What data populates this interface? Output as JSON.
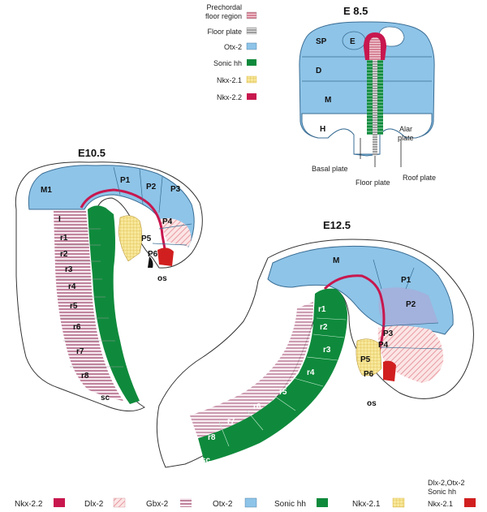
{
  "stages": {
    "e85": "E 8.5",
    "e105": "E10.5",
    "e125": "E12.5"
  },
  "top_legend": [
    {
      "label_lines": [
        "Prechordal",
        "floor region"
      ],
      "swatch": "prechordal"
    },
    {
      "label_lines": [
        "Floor plate"
      ],
      "swatch": "floorplate"
    },
    {
      "label_lines": [
        "Otx-2"
      ],
      "swatch": "otx2"
    },
    {
      "label_lines": [
        "Sonic hh"
      ],
      "swatch": "sonic"
    },
    {
      "label_lines": [
        "Nkx-2.1"
      ],
      "swatch": "nkx21"
    },
    {
      "label_lines": [
        "Nkx-2.2"
      ],
      "swatch": "nkx22"
    }
  ],
  "e85_labels": {
    "sp": "SP",
    "e": "E",
    "d": "D",
    "m": "M",
    "h": "H",
    "alar_plate_line1": "Alar",
    "alar_plate_line2": "plate",
    "basal_plate": "Basal plate",
    "floor_plate": "Floor plate",
    "roof_plate": "Roof plate"
  },
  "e105_labels": {
    "m1": "M1",
    "p1": "P1",
    "p2": "P2",
    "p3": "P3",
    "p4": "P4",
    "p5": "P5",
    "p6": "P6",
    "i": "I",
    "r1": "r1",
    "r2": "r2",
    "r3": "r3",
    "r4": "r4",
    "r5": "r5",
    "r6": "r6",
    "r7": "r7",
    "r8": "r8",
    "sc": "sc",
    "os": "os"
  },
  "e125_labels": {
    "m": "M",
    "p1": "P1",
    "p2": "P2",
    "p3": "P3",
    "p4": "P4",
    "p5": "P5",
    "p6": "P6",
    "r1": "r1",
    "r2": "r2",
    "r3": "r3",
    "r4": "r4",
    "r5": "r5",
    "r6": "r6",
    "r7": "r7",
    "r8": "r8",
    "sc": "sc",
    "os": "os"
  },
  "bottom_legend": [
    {
      "label": "Nkx-2.2",
      "swatch": "nkx22"
    },
    {
      "label": "Dlx-2",
      "swatch": "dlx2"
    },
    {
      "label": "Gbx-2",
      "swatch": "gbx2"
    },
    {
      "label": "Otx-2",
      "swatch": "otx2"
    },
    {
      "label": "Sonic hh",
      "swatch": "sonic"
    },
    {
      "label": "Nkx-2.1",
      "swatch": "nkx21"
    },
    {
      "label_lines": [
        "Dlx-2,Otx-2",
        "Sonic hh",
        "Nkx-2.1"
      ],
      "swatch": "nkx21red"
    }
  ],
  "colors": {
    "otx2": "#8ec4e8",
    "otx2_stroke": "#3a6d94",
    "sonic": "#0f8a3c",
    "nkx22": "#c8174e",
    "nkx21": "#f2d66a",
    "dlx2": "#e8a0a8",
    "gbx2": "#b5607e",
    "nkx21red": "#d11f1f",
    "prechordal": "#c2506b"
  }
}
